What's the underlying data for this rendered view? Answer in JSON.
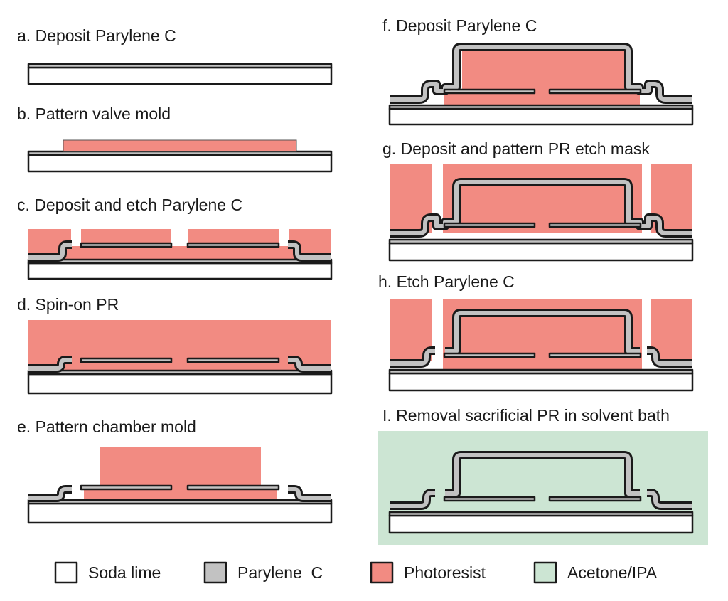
{
  "steps": {
    "a": "a. Deposit Parylene C",
    "b": "b. Pattern valve mold",
    "c": "c. Deposit and etch Parylene C",
    "d": "d. Spin-on PR",
    "e": "e. Pattern chamber mold",
    "f": "f. Deposit Parylene C",
    "g": "g. Deposit and pattern PR etch mask",
    "h": "h. Etch Parylene C",
    "i": "I. Removal sacrificial PR in solvent bath"
  },
  "legend": {
    "soda_lime": "Soda lime",
    "parylene": "Parylene  C",
    "photoresist": "Photoresist",
    "solvent": "Acetone/IPA"
  },
  "colors": {
    "soda_lime": "#ffffff",
    "parylene": "#c2c2c2",
    "photoresist": "#f28b82",
    "solvent": "#cce5d3",
    "outline": "#1a1a1a"
  }
}
